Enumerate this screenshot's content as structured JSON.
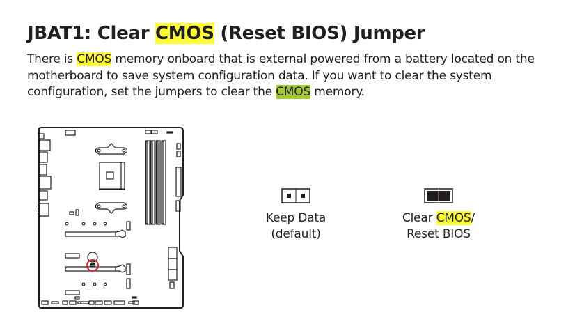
{
  "title": {
    "prefix": "JBAT1: Clear ",
    "highlight": "CMOS",
    "suffix": " (Reset BIOS) Jumper"
  },
  "paragraph": {
    "part1": "There is ",
    "highlight1": "CMOS",
    "part2": " memory onboard that is external powered from a battery located on the motherboard to save system configuration data. If you want to clear the system configuration, set the jumpers to clear the ",
    "highlight2": "CMOS",
    "part3": " memory."
  },
  "diagram": {
    "name": "motherboard-layout",
    "marker_color": "#d7262b"
  },
  "jumpers": [
    {
      "icon": "jumper-open-icon",
      "label_line1": "Keep Data",
      "label_line2": "(default)"
    },
    {
      "icon": "jumper-closed-icon",
      "label_prefix": "Clear ",
      "label_highlight": "CMOS",
      "label_suffix": "/",
      "label_line2": "Reset BIOS"
    }
  ],
  "colors": {
    "highlight_yellow": "#fdfd3a",
    "highlight_green": "#a4c639",
    "text": "#231f20"
  }
}
